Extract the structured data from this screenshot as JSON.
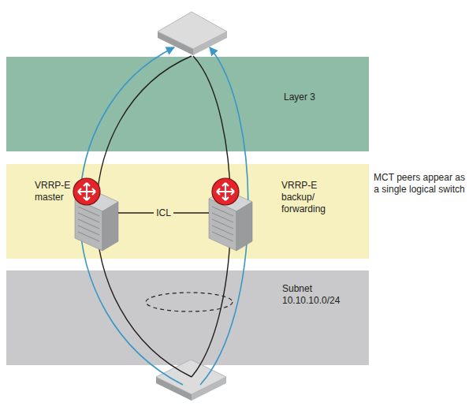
{
  "diagram": {
    "nodes": [
      {
        "text": [
          "Layer 3"
        ]
      },
      {
        "text": [
          "VRRP-E master"
        ]
      },
      {
        "text": [
          "VRRP-E backup/ forwarding"
        ]
      },
      {
        "text": [
          "Subnet 10.10.10.0/24"
        ]
      }
    ],
    "edges": [
      {
        "from": 1,
        "to": 2,
        "arrow": "none",
        "label": "ICL"
      }
    ],
    "labels": [
      "MCT peers appear as a single logical switch"
    ]
  }
}
